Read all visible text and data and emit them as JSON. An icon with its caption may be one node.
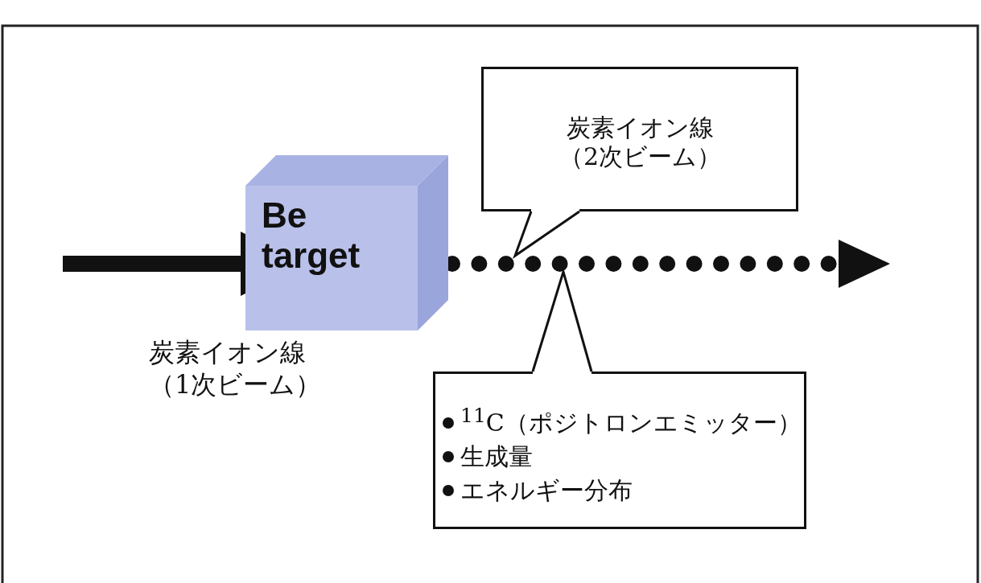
{
  "diagram": {
    "nodes": [
      {
        "text": [
          "Be target"
        ]
      },
      {
        "text": [
          "炭素イオン線（2次ビーム）"
        ]
      },
      {
        "text": [
          "$^{11}$C（ポジトロンエミッター）",
          "生成量",
          "エネルギー分布"
        ]
      }
    ],
    "edges": [
      {
        "from": null,
        "to": 0,
        "arrow": "to",
        "style": "thick"
      },
      {
        "from": 0,
        "to": null,
        "arrow": "to",
        "style": "dashed"
      },
      {
        "from": 1,
        "to": null,
        "arrow": "none"
      },
      {
        "from": 2,
        "to": null,
        "arrow": "none"
      }
    ],
    "labels": [
      "炭素イオン線（1次ビーム）"
    ]
  }
}
